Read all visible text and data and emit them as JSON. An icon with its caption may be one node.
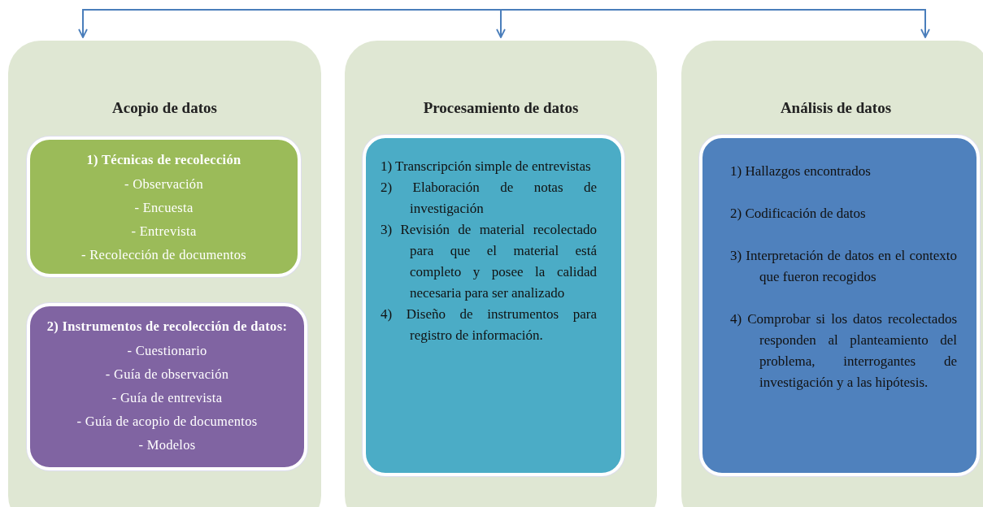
{
  "diagram": {
    "nodes": [
      {
        "text": [
          "Acopio de datos"
        ]
      },
      {
        "text": [
          "1) Técnicas de recolección",
          "- Observación",
          "- Encuesta",
          "- Entrevista",
          "- Recolección de documentos"
        ],
        "in": 0
      },
      {
        "text": [
          "2) Instrumentos de recolección de datos:",
          "- Cuestionario",
          "- Guía de observación",
          "- Guía de entrevista",
          "- Guía de acopio de documentos",
          "- Modelos"
        ],
        "in": 0
      },
      {
        "text": [
          "Procesamiento de datos"
        ]
      },
      {
        "text": [
          "1) Transcripción simple de entrevistas",
          "2) Elaboración de notas de investigación",
          "3) Revisión de material recolectado para que el material está completo y posee la calidad necesaria para ser analizado",
          "4) Diseño de instrumentos para registro de información."
        ],
        "in": 3
      },
      {
        "text": [
          "Análisis de datos"
        ]
      },
      {
        "text": [
          "1) Hallazgos encontrados",
          "2) Codificación de datos",
          "3) Interpretación de datos en el contexto que fueron recogidos",
          "4) Comprobar si los datos recolectados responden al planteamiento del problema, interrogantes de investigación y a las hipótesis."
        ],
        "in": 5
      }
    ],
    "edges": [
      {
        "from": null,
        "to": 0,
        "arrow": "to"
      },
      {
        "from": null,
        "to": 3,
        "arrow": "to"
      },
      {
        "from": null,
        "to": 5,
        "arrow": "to"
      }
    ]
  }
}
